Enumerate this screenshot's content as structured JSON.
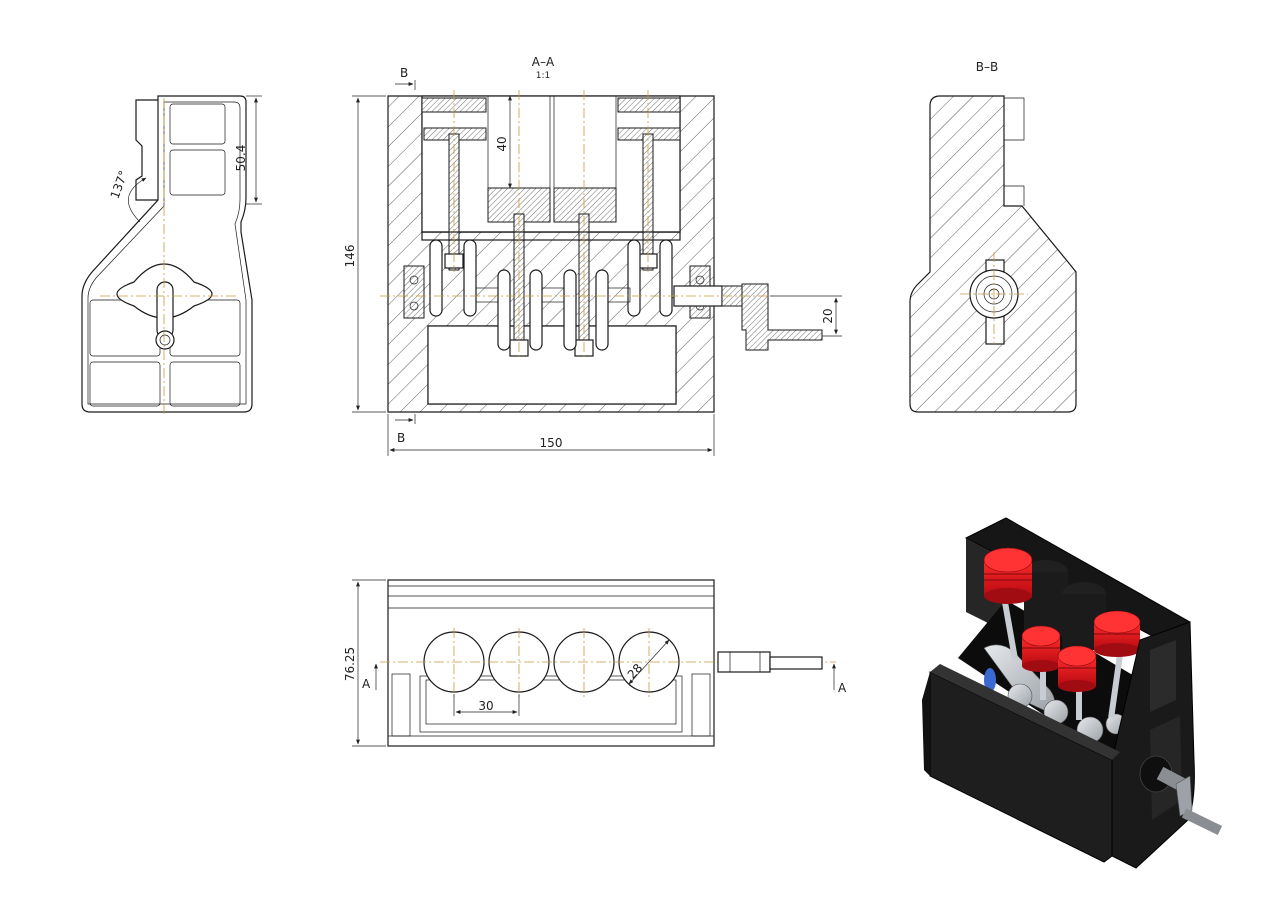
{
  "views": {
    "section_aa": {
      "title": "A–A",
      "scale": "1:1"
    },
    "section_bb": {
      "title": "B–B"
    }
  },
  "dimensions": {
    "angle": "137°",
    "side_height": "50.4",
    "total_height": "146",
    "cylinder_depth": "40",
    "shaft_offset": "20",
    "total_width": "150",
    "depth": "76.25",
    "bore_pitch": "30",
    "bore_diameter": "28"
  },
  "cut_markers": {
    "b_top": "B",
    "b_bottom": "B",
    "a_left": "A",
    "a_right": "A"
  },
  "colors": {
    "line": "#1a1a1a",
    "centerline": "#c99b3d",
    "block": "#1c1c1c",
    "piston": "#e0131b",
    "crank": "#c8cdd3",
    "shaft": "#8a8e93"
  }
}
